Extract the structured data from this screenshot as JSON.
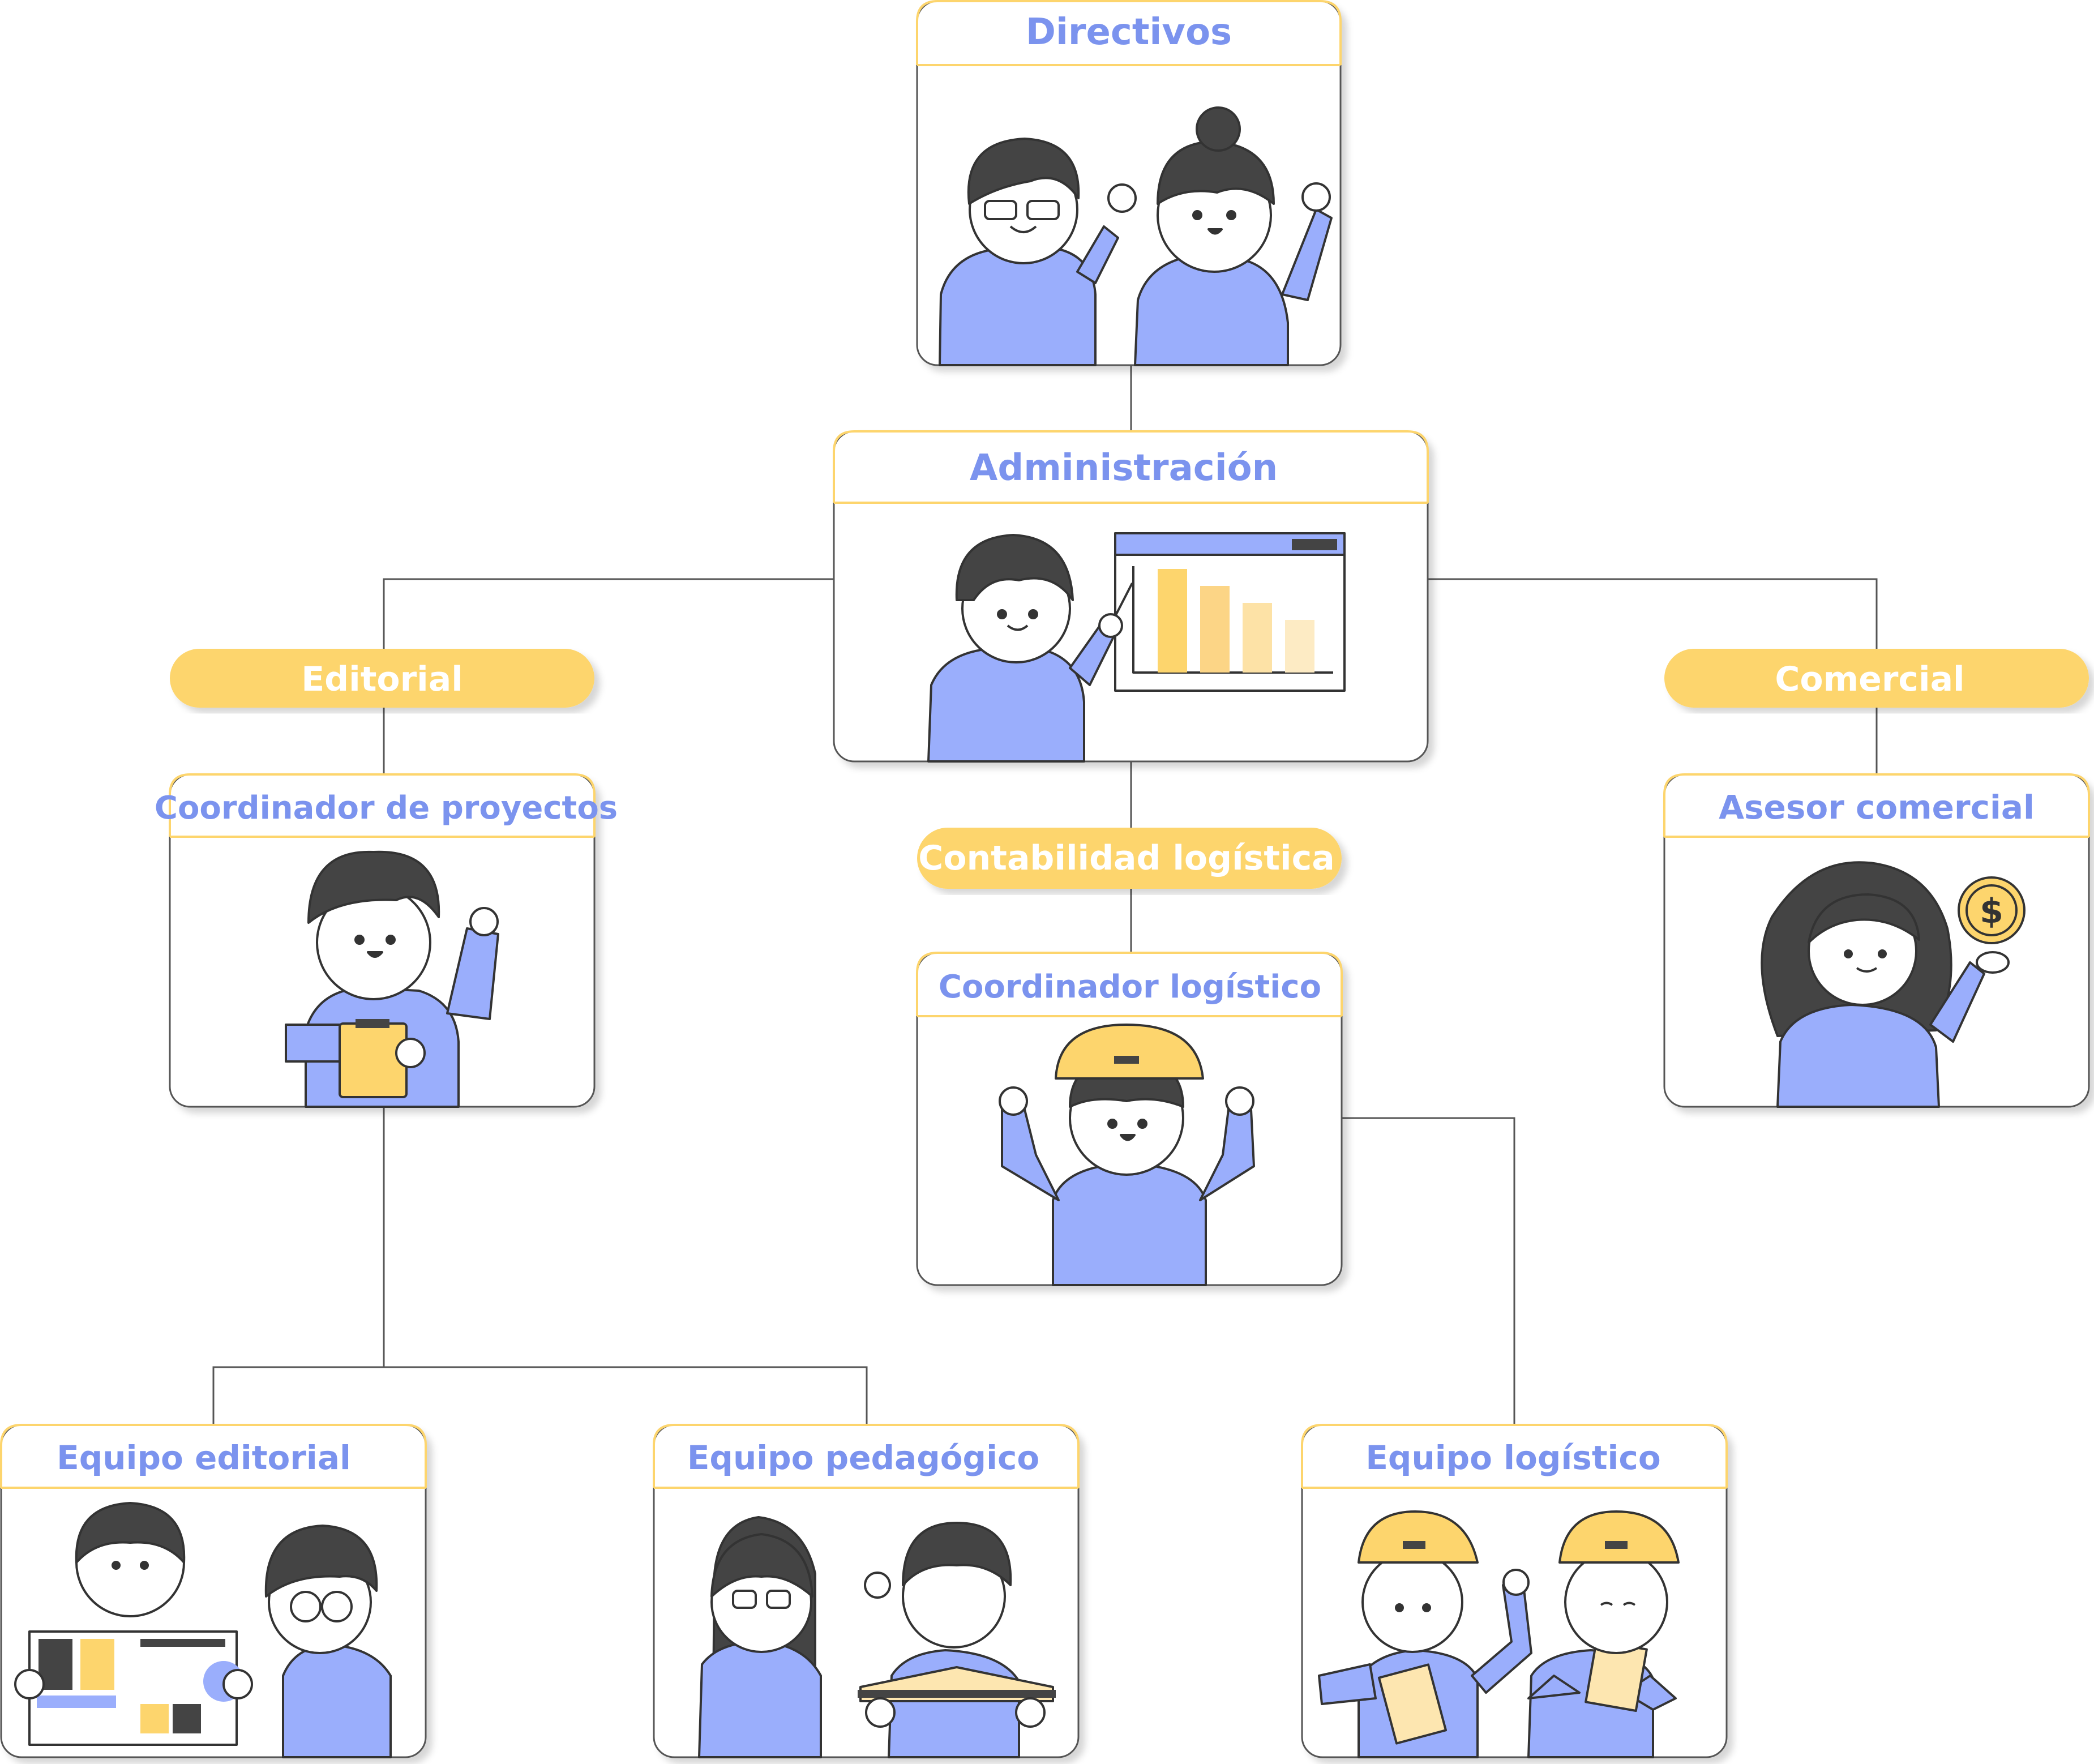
{
  "colors": {
    "accent_blue": "#7b93ee",
    "body_blue": "#9aaefc",
    "yellow": "#fdd56d",
    "yellow_light": "#fde6b0",
    "hair_dark": "#444444",
    "line_gray": "#555555",
    "white": "#ffffff"
  },
  "nodes": {
    "directivos": {
      "title": "Directivos",
      "icon": "two-people-cheering-illustration"
    },
    "administracion": {
      "title": "Administración",
      "icon": "person-presenting-bar-chart-illustration"
    },
    "coordinador_proyectos": {
      "title": "Coordinador de proyectos",
      "icon": "person-with-clipboard-illustration"
    },
    "coordinador_logistico": {
      "title": "Coordinador logístico",
      "icon": "person-with-cap-cheering-illustration"
    },
    "asesor_comercial": {
      "title": "Asesor comercial",
      "icon": "person-holding-coin-illustration"
    },
    "equipo_editorial": {
      "title": "Equipo editorial",
      "icon": "two-people-with-layout-sheets-illustration"
    },
    "equipo_pedagogico": {
      "title": "Equipo pedagógico",
      "icon": "two-people-with-open-book-illustration"
    },
    "equipo_logistico": {
      "title": "Equipo logístico",
      "icon": "two-people-with-caps-and-papers-illustration"
    }
  },
  "departments": {
    "editorial": "Editorial",
    "comercial": "Comercial",
    "contabilidad": "Contabilidad logística"
  }
}
